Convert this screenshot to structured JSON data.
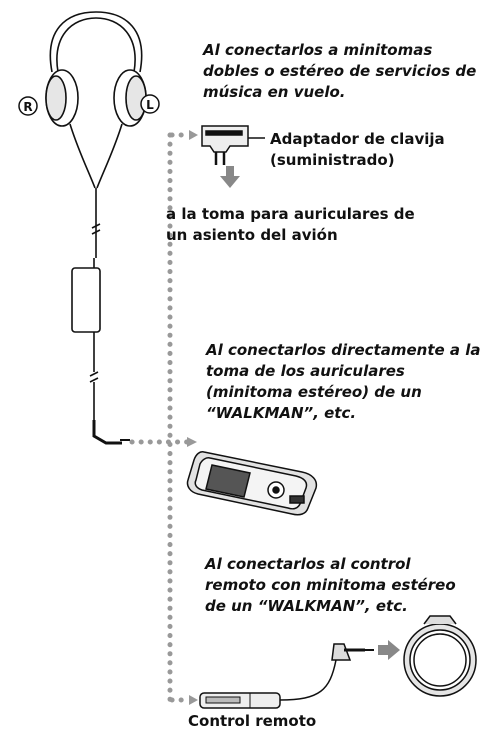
{
  "labels": {
    "right_marker": "R",
    "left_marker": "L",
    "adapter_label": [
      "Adaptador de clavija",
      "(suministrado)"
    ],
    "remote_label": "Control remoto"
  },
  "captions": {
    "inflight": [
      "Al conectarlos a minitomas",
      "dobles o estéreo de servicios de",
      "música en vuelo."
    ],
    "seat_jack": [
      "a la toma para auriculares de",
      "un asiento del avión"
    ],
    "walkman_direct": [
      "Al conectarlos directamente a la",
      "toma de los auriculares",
      "(minitoma estéreo) de un",
      "“WALKMAN”, etc."
    ],
    "walkman_remote": [
      "Al conectarlos al control",
      "remoto con minitoma estéreo",
      "de un “WALKMAN”, etc."
    ]
  },
  "icons": [
    "headphones-icon",
    "plug-adapter-icon",
    "walkman-icon",
    "remote-control-icon",
    "earphone-cup-icon",
    "arrow-icon"
  ],
  "colors": {
    "line": "#111111",
    "dotted": "#999999",
    "arrow": "#888888"
  }
}
